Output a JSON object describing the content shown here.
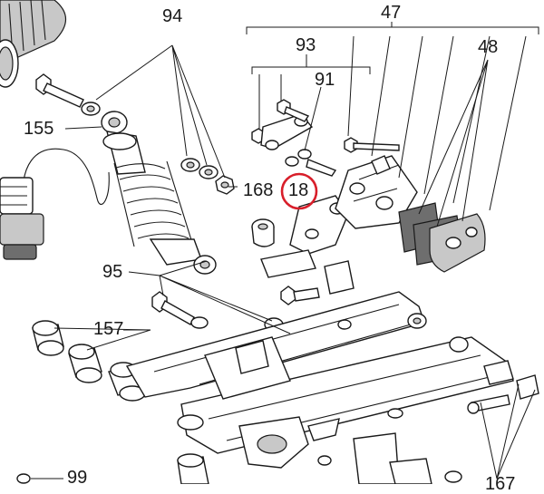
{
  "callouts": {
    "c94": "94",
    "c47": "47",
    "c93": "93",
    "c91": "91",
    "c48": "48",
    "c155": "155",
    "c168": "168",
    "c18": "18",
    "c95": "95",
    "c157": "157",
    "c99": "99",
    "c167": "167"
  },
  "highlight_color": "#d81e2a"
}
